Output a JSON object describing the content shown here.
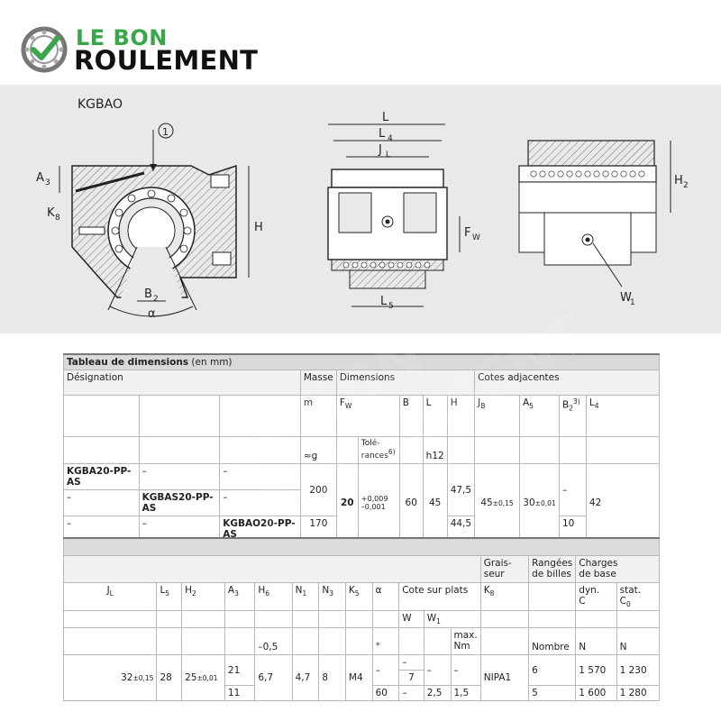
{
  "brand": {
    "line1": "LE BON",
    "line2": "ROULEMENT",
    "check_color": "#3aa64a",
    "gear_color": "#777777"
  },
  "watermark": "LE BON ROULEMENT",
  "drawing": {
    "title": "KGBAO",
    "labels": {
      "callout": "1",
      "A3": "A",
      "A3_sub": "3",
      "K8": "K",
      "K8_sub": "8",
      "H": "H",
      "B2": "B",
      "B2_sub": "2",
      "alpha": "α",
      "L": "L",
      "L4": "L",
      "L4_sub": "4",
      "JL": "J",
      "JL_sub": "L",
      "FW": "F",
      "FW_sub": "W",
      "L5": "L",
      "L5_sub": "5",
      "H2": "H",
      "H2_sub": "2",
      "W1": "W",
      "W1_sub": "1"
    }
  },
  "table1": {
    "title_bold": "Tableau de dimensions",
    "title_rest": " (en mm)",
    "h_designation": "Désignation",
    "h_masse": "Masse",
    "h_dimensions": "Dimensions",
    "h_cotes": "Cotes adjacentes",
    "h_m": "m",
    "h_fw": "F",
    "h_fw_sub": "W",
    "h_tol": "Tolé-",
    "h_tol2": "rances",
    "h_tol_sup": "6)",
    "h_B": "B",
    "h_L": "L",
    "h_H": "H",
    "h_J": "J",
    "h_J_sub": "B",
    "h_A": "A",
    "h_A_sub": "5",
    "h_B2": "B",
    "h_B2_sub": "2",
    "h_B2_sup": "3)",
    "h_L4": "L",
    "h_L4_sub": "4",
    "h_g": "≈g",
    "h_h12": "h12",
    "rows": [
      {
        "d1": "KGBA20-PP-AS",
        "d2": "–",
        "d3": "–"
      },
      {
        "d1": "–",
        "d2": "KGBAS20-PP-AS",
        "d3": "–"
      },
      {
        "d1": "–",
        "d2": "–",
        "d3": "KGBAO20-PP-AS"
      }
    ],
    "m1": "200",
    "m3": "170",
    "fw": "20",
    "tol_plus": "+0,009",
    "tol_minus": "–0,001",
    "B": "60",
    "L": "45",
    "H1": "47,5",
    "H3": "44,5",
    "JB": "45",
    "JB_tol": "±0,15",
    "A5": "30",
    "A5_tol": "±0,01",
    "B2_1": "–",
    "B2_3": "10",
    "L4": "42"
  },
  "table2": {
    "h_grais": "Grais-",
    "h_grais2": "seur",
    "h_rangees": "Rangées",
    "h_rangees2": "de billes",
    "h_charges": "Charges",
    "h_charges2": "de base",
    "h_JL": "J",
    "h_JL_sub": "L",
    "h_L5": "L",
    "h_L5_sub": "5",
    "h_H2": "H",
    "h_H2_sub": "2",
    "h_A3": "A",
    "h_A3_sub": "3",
    "h_H6": "H",
    "h_H6_sub": "6",
    "h_N1": "N",
    "h_N1_sub": "1",
    "h_N3": "N",
    "h_N3_sub": "3",
    "h_K5": "K",
    "h_K5_sub": "5",
    "h_alpha": "α",
    "h_cote": "Cote sur plats",
    "h_K8": "K",
    "h_K8_sub": "8",
    "h_dyn": "dyn.",
    "h_C": "C",
    "h_stat": "stat.",
    "h_C0": "C",
    "h_C0_sub": "0",
    "h_W": "W",
    "h_W1": "W",
    "h_W1_sub": "1",
    "h_max": "max.",
    "h_Nm": "Nm",
    "h_m05": "–0,5",
    "h_deg": "°",
    "h_nombre": "Nombre",
    "h_N": "N",
    "h_N2": "N",
    "JL": "32",
    "JL_tol": "±0,15",
    "L5": "28",
    "H2": "25",
    "H2_tol": "±0,01",
    "A3_1": "21",
    "A3_2": "11",
    "H6": "6,7",
    "N1": "4,7",
    "N3": "8",
    "K5": "M4",
    "alpha1": "–",
    "alpha2": "60",
    "W_a": "–",
    "W_b": "7",
    "W_2": "–",
    "W1_1": "–",
    "W1_2": "2,5",
    "max1": "–",
    "max2": "1,5",
    "K8": "NIPA1",
    "ran1": "6",
    "ran2": "5",
    "dyn1": "1 570",
    "dyn2": "1 600",
    "stat1": "1 230",
    "stat2": "1 280"
  }
}
